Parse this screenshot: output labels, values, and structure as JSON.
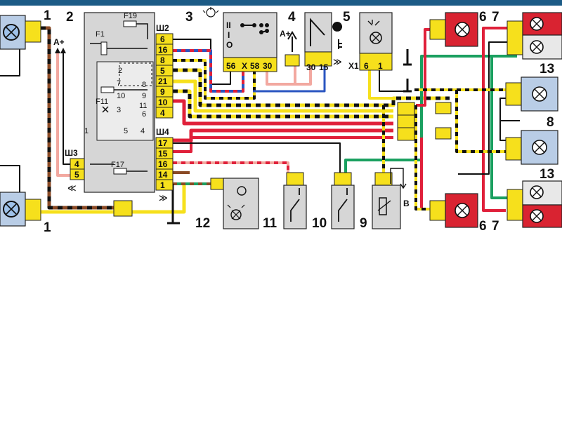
{
  "colors": {
    "header_bar": "#1c5b86",
    "wire_black": "#111111",
    "wire_brown": "#8a4a25",
    "wire_pink": "#f2a8a0",
    "wire_red": "#e0203a",
    "wire_yellow": "#f6e01c",
    "wire_green": "#1aa060",
    "wire_blue": "#2a55c0",
    "lamp_blue": "#b9cde6",
    "lamp_red": "#d92331",
    "block_grey": "#d6d6d6"
  },
  "callouts": {
    "n1": "1",
    "n2": "2",
    "n3": "3",
    "n4": "4",
    "n5": "5",
    "n6": "6",
    "n7": "7",
    "n8": "8",
    "n9": "9",
    "n10": "10",
    "n11": "11",
    "n12": "12",
    "n13": "13"
  },
  "fuse_block": {
    "fuses": [
      "F19",
      "F1",
      "F11",
      "F17"
    ],
    "connector_sh2": "Ш2",
    "connector_sh3": "Ш3",
    "connector_sh4": "Ш4",
    "sh2_pins": [
      "6",
      "16",
      "8",
      "5",
      "21",
      "9",
      "10",
      "4"
    ],
    "sh4_pins": [
      "17",
      "15",
      "16",
      "14",
      "1"
    ],
    "sh3_pins": [
      "4",
      "5"
    ],
    "relay_pins": [
      "2",
      "7",
      "10",
      "3",
      "8",
      "9",
      "11",
      "6",
      "5",
      "4",
      "1"
    ]
  },
  "switch_3": {
    "positions": [
      "II",
      "I",
      "O"
    ],
    "pins": [
      "56",
      "X",
      "58",
      "30"
    ]
  },
  "ignition_4": {
    "pins": [
      "30",
      "15"
    ]
  },
  "dash_5": {
    "connector": "X1",
    "pins": [
      "6",
      "1"
    ]
  },
  "labels": {
    "a_plus": "А+",
    "b": "В"
  },
  "symbols": {
    "arrows": "≫",
    "arrows_left": "≪"
  }
}
